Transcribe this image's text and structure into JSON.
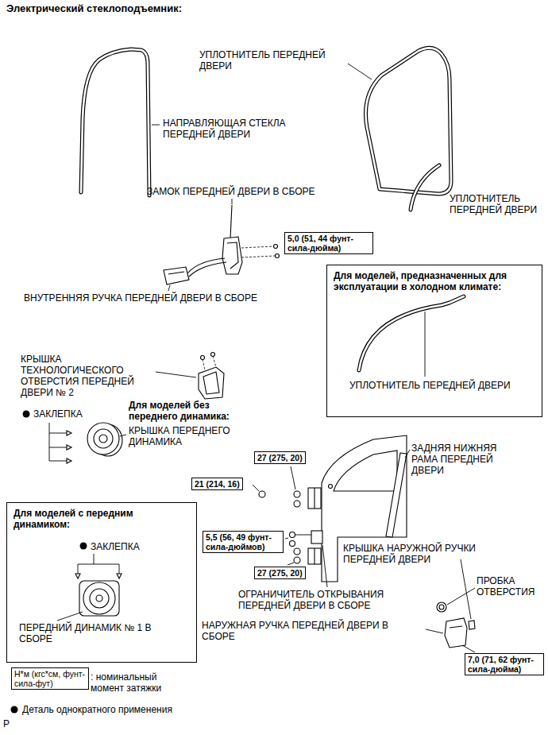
{
  "diagram": {
    "title": "Электрический стеклоподъемник:",
    "nodes": [
      {
        "text": [
          "5,0 (51, 44 фунт-сила-дюйма)"
        ]
      },
      {
        "text": [
          "Для моделей, предназначенных для эксплуатации в холодном климате:",
          "УПЛОТНИТЕЛЬ ПЕРЕДНЕЙ ДВЕРИ"
        ]
      },
      {
        "text": [
          "27 (275, 20)"
        ]
      },
      {
        "text": [
          "21 (214, 16)"
        ]
      },
      {
        "text": [
          "Для моделей с передним динамиком:",
          "ЗАКЛЕПКА",
          "ПЕРЕДНИЙ ДИНАМИК № 1 В СБОРЕ"
        ]
      },
      {
        "text": [
          "5,5 (56, 49 фунт-сила-дюймов)"
        ]
      },
      {
        "text": [
          "27 (275, 20)"
        ]
      },
      {
        "text": [
          "7,0 (71, 62 фунт-сила-дюйма)"
        ]
      },
      {
        "text": [
          "Н*м (кгс*см, фунт-сила-фут)"
        ]
      }
    ],
    "labels": [
      "УПЛОТНИТЕЛЬ ПЕРЕДНЕЙ ДВЕРИ",
      "НАПРАВЛЯЮЩАЯ СТЕКЛА ПЕРЕДНЕЙ ДВЕРИ",
      "ЗАМОК ПЕРЕДНЕЙ ДВЕРИ В СБОРЕ",
      "УПЛОТНИТЕЛЬ ПЕРЕДНЕЙ ДВЕРИ",
      "ВНУТРЕННЯЯ РУЧКА ПЕРЕДНЕЙ ДВЕРИ В СБОРЕ",
      "КРЫШКА ТЕХНОЛОГИЧЕСКОГО ОТВЕРСТИЯ ПЕРЕДНЕЙ ДВЕРИ № 2",
      "ЗАКЛЕПКА",
      "Для моделей без переднего динамика:",
      "КРЫШКА ПЕРЕДНЕГО ДИНАМИКА",
      "ЗАДНЯЯ НИЖНЯЯ РАМА ПЕРЕДНЕЙ ДВЕРИ",
      "КРЫШКА НАРУЖНОЙ РУЧКИ ПЕРЕДНЕЙ ДВЕРИ",
      "ПРОБКА ОТВЕРСТИЯ",
      "ОГРАНИЧИТЕЛЬ ОТКРЫВАНИЯ ПЕРЕДНЕЙ ДВЕРИ В СБОРЕ",
      "НАРУЖНАЯ РУЧКА ПЕРЕДНЕЙ ДВЕРИ В СБОРЕ",
      ": номинальный момент затяжки",
      "P"
    ],
    "legend": [
      {
        "text": "Деталь однократного применения"
      }
    ]
  }
}
